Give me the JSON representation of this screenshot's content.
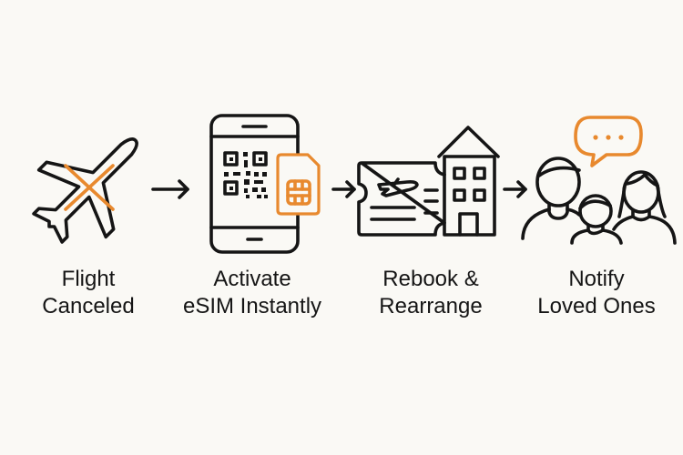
{
  "colors": {
    "accent": "#e8892e",
    "ink": "#151515",
    "background": "#faf9f5"
  },
  "steps": [
    {
      "icon": "canceled-airplane-icon",
      "line1": "Flight",
      "line2": "Canceled"
    },
    {
      "icon": "phone-esim-icon",
      "line1": "Activate",
      "line2": "eSIM Instantly"
    },
    {
      "icon": "ticket-hotel-icon",
      "line1": "Rebook &",
      "line2": "Rearrange"
    },
    {
      "icon": "family-message-icon",
      "line1": "Notify",
      "line2": "Loved Ones"
    }
  ]
}
